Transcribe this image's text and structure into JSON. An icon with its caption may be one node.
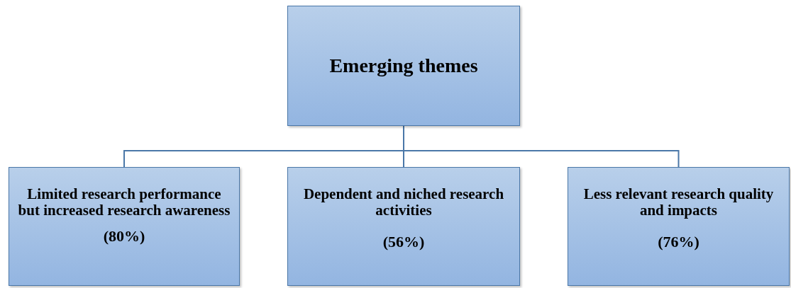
{
  "diagram": {
    "nodes": [
      {
        "text": [
          "Emerging themes"
        ]
      },
      {
        "text": [
          "Limited research performance but increased research awareness",
          "(80%)"
        ]
      },
      {
        "text": [
          "Dependent and niched research activities",
          "(56%)"
        ]
      },
      {
        "text": [
          "Less relevant research quality and impacts",
          "(76%)"
        ]
      }
    ],
    "edges": [
      {
        "from": 0,
        "to": 1,
        "arrow": "none"
      },
      {
        "from": 0,
        "to": 2,
        "arrow": "none"
      },
      {
        "from": 0,
        "to": 3,
        "arrow": "none"
      }
    ]
  }
}
